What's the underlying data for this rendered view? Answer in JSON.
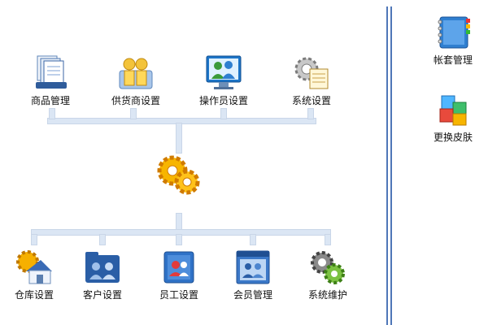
{
  "top_modules": [
    {
      "label": "商品管理",
      "icon": "document-stack-icon"
    },
    {
      "label": "供货商设置",
      "icon": "supplier-people-icon"
    },
    {
      "label": "操作员设置",
      "icon": "operator-monitor-icon"
    },
    {
      "label": "系统设置",
      "icon": "settings-list-icon"
    }
  ],
  "center": {
    "icon": "gears-icon"
  },
  "bottom_modules": [
    {
      "label": "仓库设置",
      "icon": "warehouse-house-icon"
    },
    {
      "label": "客户设置",
      "icon": "customer-folder-icon"
    },
    {
      "label": "员工设置",
      "icon": "employee-folder-icon"
    },
    {
      "label": "会员管理",
      "icon": "member-window-icon"
    },
    {
      "label": "系统维护",
      "icon": "maintenance-gears-icon"
    }
  ],
  "sidebar": [
    {
      "label": "帐套管理",
      "icon": "account-book-icon"
    },
    {
      "label": "更换皮肤",
      "icon": "skin-cubes-icon"
    }
  ],
  "colors": {
    "connector": "#dbe6f4",
    "divider": "#4f77b8"
  }
}
